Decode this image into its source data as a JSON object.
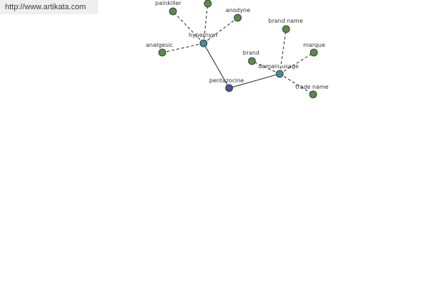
{
  "site_url": "http://www.artikata.com",
  "colors": {
    "leaf": "#5a8a4a",
    "relation": "#4a8a95",
    "root": "#4a5590"
  },
  "nodes": [
    {
      "id": "pentazocine",
      "label": "pentazocine",
      "kind": "root"
    },
    {
      "id": "hypernym",
      "label": "hypernym",
      "kind": "relation"
    },
    {
      "id": "domain-usage",
      "label": "domain usage",
      "kind": "relation"
    },
    {
      "id": "painkiller",
      "label": "painkiller",
      "kind": "leaf"
    },
    {
      "id": "top-unlabeled",
      "label": "",
      "kind": "leaf"
    },
    {
      "id": "anodyne",
      "label": "anodyne",
      "kind": "leaf"
    },
    {
      "id": "analgesic",
      "label": "analgesic",
      "kind": "leaf"
    },
    {
      "id": "brand-name",
      "label": "brand name",
      "kind": "leaf"
    },
    {
      "id": "brand",
      "label": "brand",
      "kind": "leaf"
    },
    {
      "id": "marque",
      "label": "marque",
      "kind": "leaf"
    },
    {
      "id": "trade-name",
      "label": "trade name",
      "kind": "leaf"
    }
  ],
  "edges": [
    {
      "from": "pentazocine",
      "to": "hypernym",
      "style": "solid"
    },
    {
      "from": "pentazocine",
      "to": "domain-usage",
      "style": "solid"
    },
    {
      "from": "hypernym",
      "to": "painkiller",
      "style": "dashed"
    },
    {
      "from": "hypernym",
      "to": "top-unlabeled",
      "style": "dashed"
    },
    {
      "from": "hypernym",
      "to": "anodyne",
      "style": "dashed"
    },
    {
      "from": "hypernym",
      "to": "analgesic",
      "style": "dashed"
    },
    {
      "from": "domain-usage",
      "to": "brand-name",
      "style": "dashed"
    },
    {
      "from": "domain-usage",
      "to": "brand",
      "style": "dashed"
    },
    {
      "from": "domain-usage",
      "to": "marque",
      "style": "dashed"
    },
    {
      "from": "domain-usage",
      "to": "trade-name",
      "style": "dashed"
    }
  ]
}
